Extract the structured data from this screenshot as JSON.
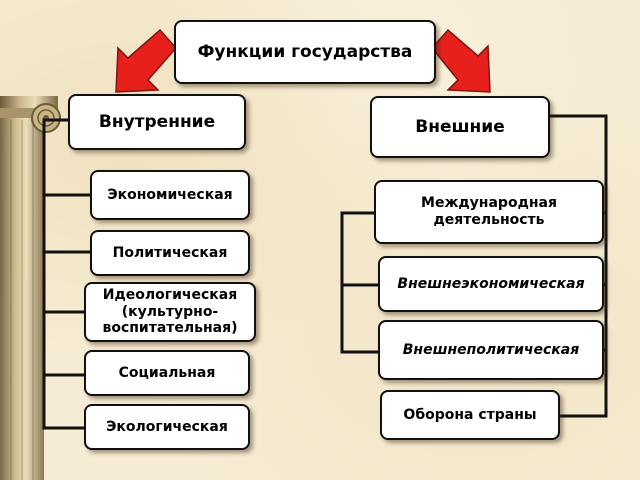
{
  "title": "Функции государства",
  "internal": {
    "label": "Внутренние",
    "items": [
      "Экономическая",
      "Политическая",
      "Идеологическая (культурно-воспитательная)",
      "Социальная",
      "Экологическая"
    ]
  },
  "external": {
    "label": "Внешние",
    "items": [
      "Международная деятельность",
      "Внешнеэкономическая",
      "Внешнеполитическая",
      "Оборона страны"
    ]
  },
  "colors": {
    "arrow": "#e8201b",
    "border": "#111111",
    "box": "#ffffff",
    "background": "#f6ecd3"
  }
}
